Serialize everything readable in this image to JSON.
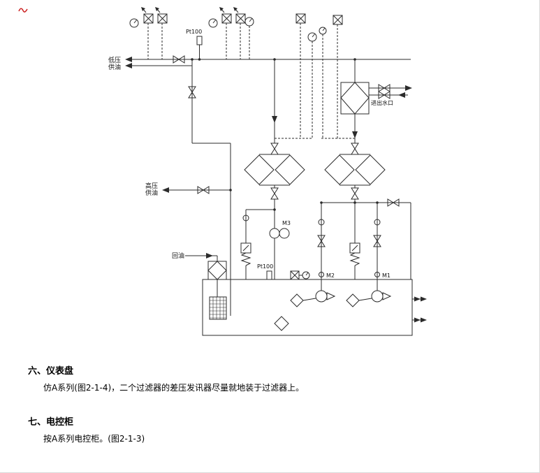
{
  "diagram": {
    "labels": {
      "low_pressure_line1": "低压",
      "low_pressure_line2": "供油",
      "high_pressure_line1": "高压",
      "high_pressure_line2": "供油",
      "return_oil": "回油",
      "water_port": "进出水口",
      "pt100_top": "Pt100",
      "pt100_bottom": "Pt100",
      "pump_m1": "M1",
      "pump_m2": "M2",
      "pump_m3": "M3"
    }
  },
  "document": {
    "sections": [
      {
        "heading": "六、仪表盘",
        "body": "仿A系列(图2-1-4)，二个过滤器的差压发讯器尽量就地装于过滤器上。"
      },
      {
        "heading": "七、电控柜",
        "body": "按A系列电控柜。(图2-1-3)"
      }
    ]
  }
}
